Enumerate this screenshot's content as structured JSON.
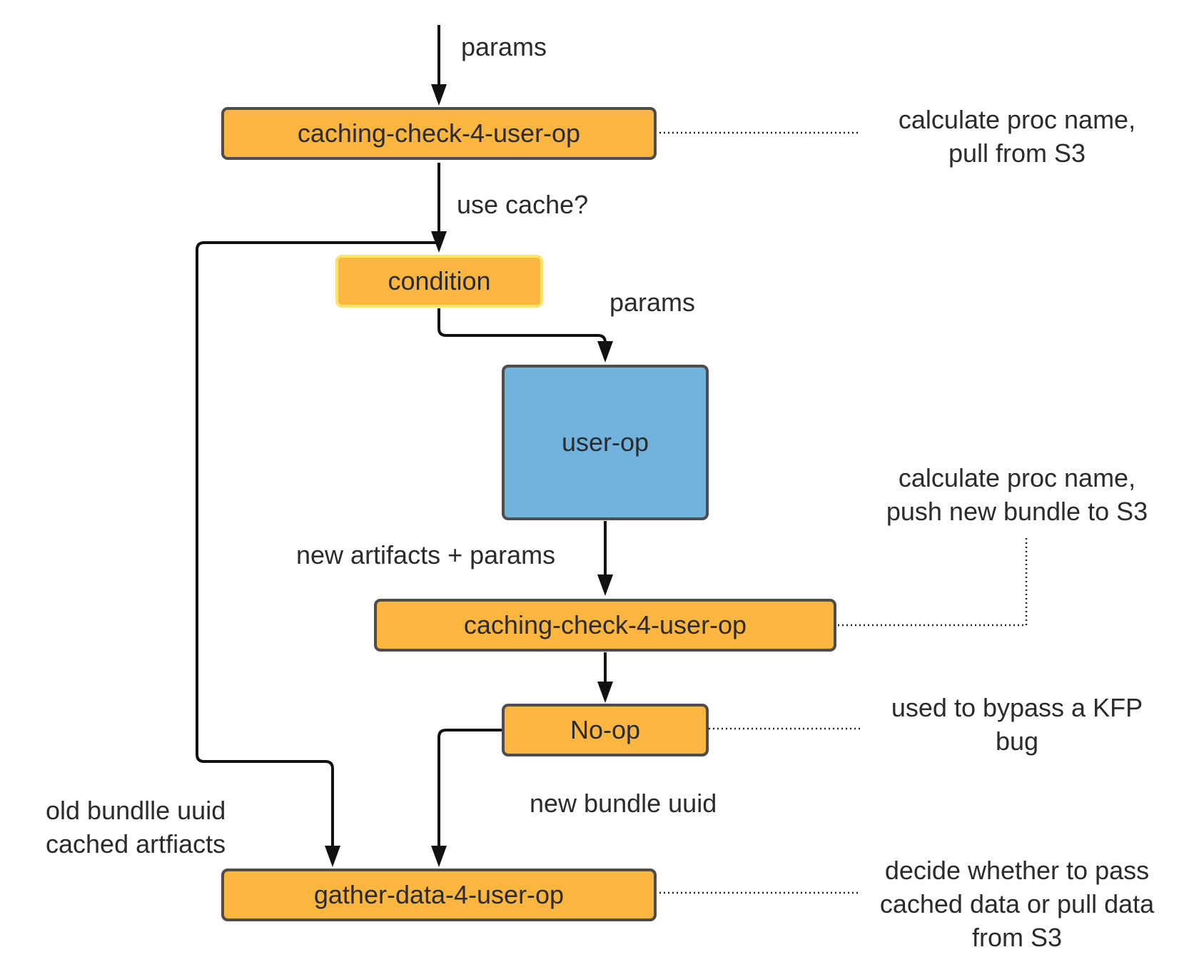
{
  "nodes": {
    "cache_check_top": "caching-check-4-user-op",
    "condition": "condition",
    "user_op": "user-op",
    "cache_check_bottom": "caching-check-4-user-op",
    "noop": "No-op",
    "gather": "gather-data-4-user-op"
  },
  "edge_labels": {
    "params_in": "params",
    "use_cache": "use cache?",
    "params_user": "params",
    "new_artifacts": "new artifacts + params",
    "new_bundle": "new bundle uuid",
    "old_bundle_line1": "old bundlle uuid",
    "old_bundle_line2": "cached artfiacts"
  },
  "notes": {
    "top": [
      "calculate proc name,",
      "pull from S3"
    ],
    "push": [
      "calculate proc name,",
      "push new bundle to S3"
    ],
    "bypass": [
      "used to bypass a KFP",
      "bug"
    ],
    "decide": [
      "decide whether to pass",
      "cached data or pull data",
      "from S3"
    ]
  },
  "colors": {
    "op_fill": "#fbb640",
    "op_border": "#4d4d4d",
    "condition_border": "#fde36a",
    "user_op_fill": "#72b3dd"
  }
}
